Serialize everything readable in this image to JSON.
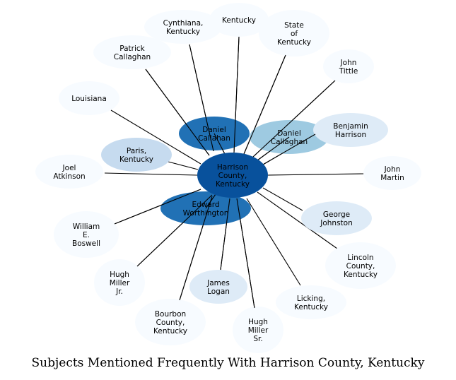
{
  "title": "Subjects Mentioned Frequently With Harrison County, Kentucky",
  "center": {
    "label": "Harrison County, Kentucky",
    "lines": [
      "Harrison",
      "County,",
      "Kentucky"
    ],
    "color": "#08519c"
  },
  "nodes": [
    {
      "id": "cynthiana",
      "label": "Cynthiana, Kentucky",
      "lines": [
        "Cynthiana,",
        "Kentucky"
      ],
      "color": "#f7fbff"
    },
    {
      "id": "kentucky",
      "label": "Kentucky",
      "lines": [
        "Kentucky"
      ],
      "color": "#f7fbff"
    },
    {
      "id": "state-of-kentucky",
      "label": "State of Kentucky",
      "lines": [
        "State",
        "of",
        "Kentucky"
      ],
      "color": "#f7fbff"
    },
    {
      "id": "patrick-callaghan",
      "label": "Patrick Callaghan",
      "lines": [
        "Patrick",
        "Callaghan"
      ],
      "color": "#f7fbff"
    },
    {
      "id": "john-tittle",
      "label": "John Tittle",
      "lines": [
        "John",
        "Tittle"
      ],
      "color": "#f7fbff"
    },
    {
      "id": "louisiana",
      "label": "Louisiana",
      "lines": [
        "Louisiana"
      ],
      "color": "#f7fbff"
    },
    {
      "id": "daniel-callahan",
      "label": "Daniel Callahan",
      "lines": [
        "Daniel",
        "Callahan"
      ],
      "color": "#2171b5"
    },
    {
      "id": "daniel-callaghan",
      "label": "Daniel Callaghan",
      "lines": [
        "Daniel",
        "Callaghan"
      ],
      "color": "#9ecae1"
    },
    {
      "id": "benjamin-harrison",
      "label": "Benjamin Harrison",
      "lines": [
        "Benjamin",
        "Harrison"
      ],
      "color": "#deebf7"
    },
    {
      "id": "paris-kentucky",
      "label": "Paris, Kentucky",
      "lines": [
        "Paris,",
        "Kentucky"
      ],
      "color": "#c6dbef"
    },
    {
      "id": "joel-atkinson",
      "label": "Joel Atkinson",
      "lines": [
        "Joel",
        "Atkinson"
      ],
      "color": "#f7fbff"
    },
    {
      "id": "john-martin",
      "label": "John Martin",
      "lines": [
        "John",
        "Martin"
      ],
      "color": "#f7fbff"
    },
    {
      "id": "edward-worthington",
      "label": "Edward Worthington",
      "lines": [
        "Edward",
        "Worthington"
      ],
      "color": "#2171b5"
    },
    {
      "id": "george-johnston",
      "label": "George Johnston",
      "lines": [
        "George",
        "Johnston"
      ],
      "color": "#deebf7"
    },
    {
      "id": "william-e-boswell",
      "label": "William E. Boswell",
      "lines": [
        "William",
        "E.",
        "Boswell"
      ],
      "color": "#f7fbff"
    },
    {
      "id": "lincoln-county",
      "label": "Lincoln County, Kentucky",
      "lines": [
        "Lincoln",
        "County,",
        "Kentucky"
      ],
      "color": "#f7fbff"
    },
    {
      "id": "hugh-miller-jr",
      "label": "Hugh Miller Jr.",
      "lines": [
        "Hugh",
        "Miller",
        "Jr."
      ],
      "color": "#f7fbff"
    },
    {
      "id": "james-logan",
      "label": "James Logan",
      "lines": [
        "James",
        "Logan"
      ],
      "color": "#deebf7"
    },
    {
      "id": "licking-kentucky",
      "label": "Licking, Kentucky",
      "lines": [
        "Licking,",
        "Kentucky"
      ],
      "color": "#f7fbff"
    },
    {
      "id": "bourbon-county",
      "label": "Bourbon County, Kentucky",
      "lines": [
        "Bourbon",
        "County,",
        "Kentucky"
      ],
      "color": "#f7fbff"
    },
    {
      "id": "hugh-miller-sr",
      "label": "Hugh Miller Sr.",
      "lines": [
        "Hugh",
        "Miller",
        "Sr."
      ],
      "color": "#f7fbff"
    }
  ]
}
